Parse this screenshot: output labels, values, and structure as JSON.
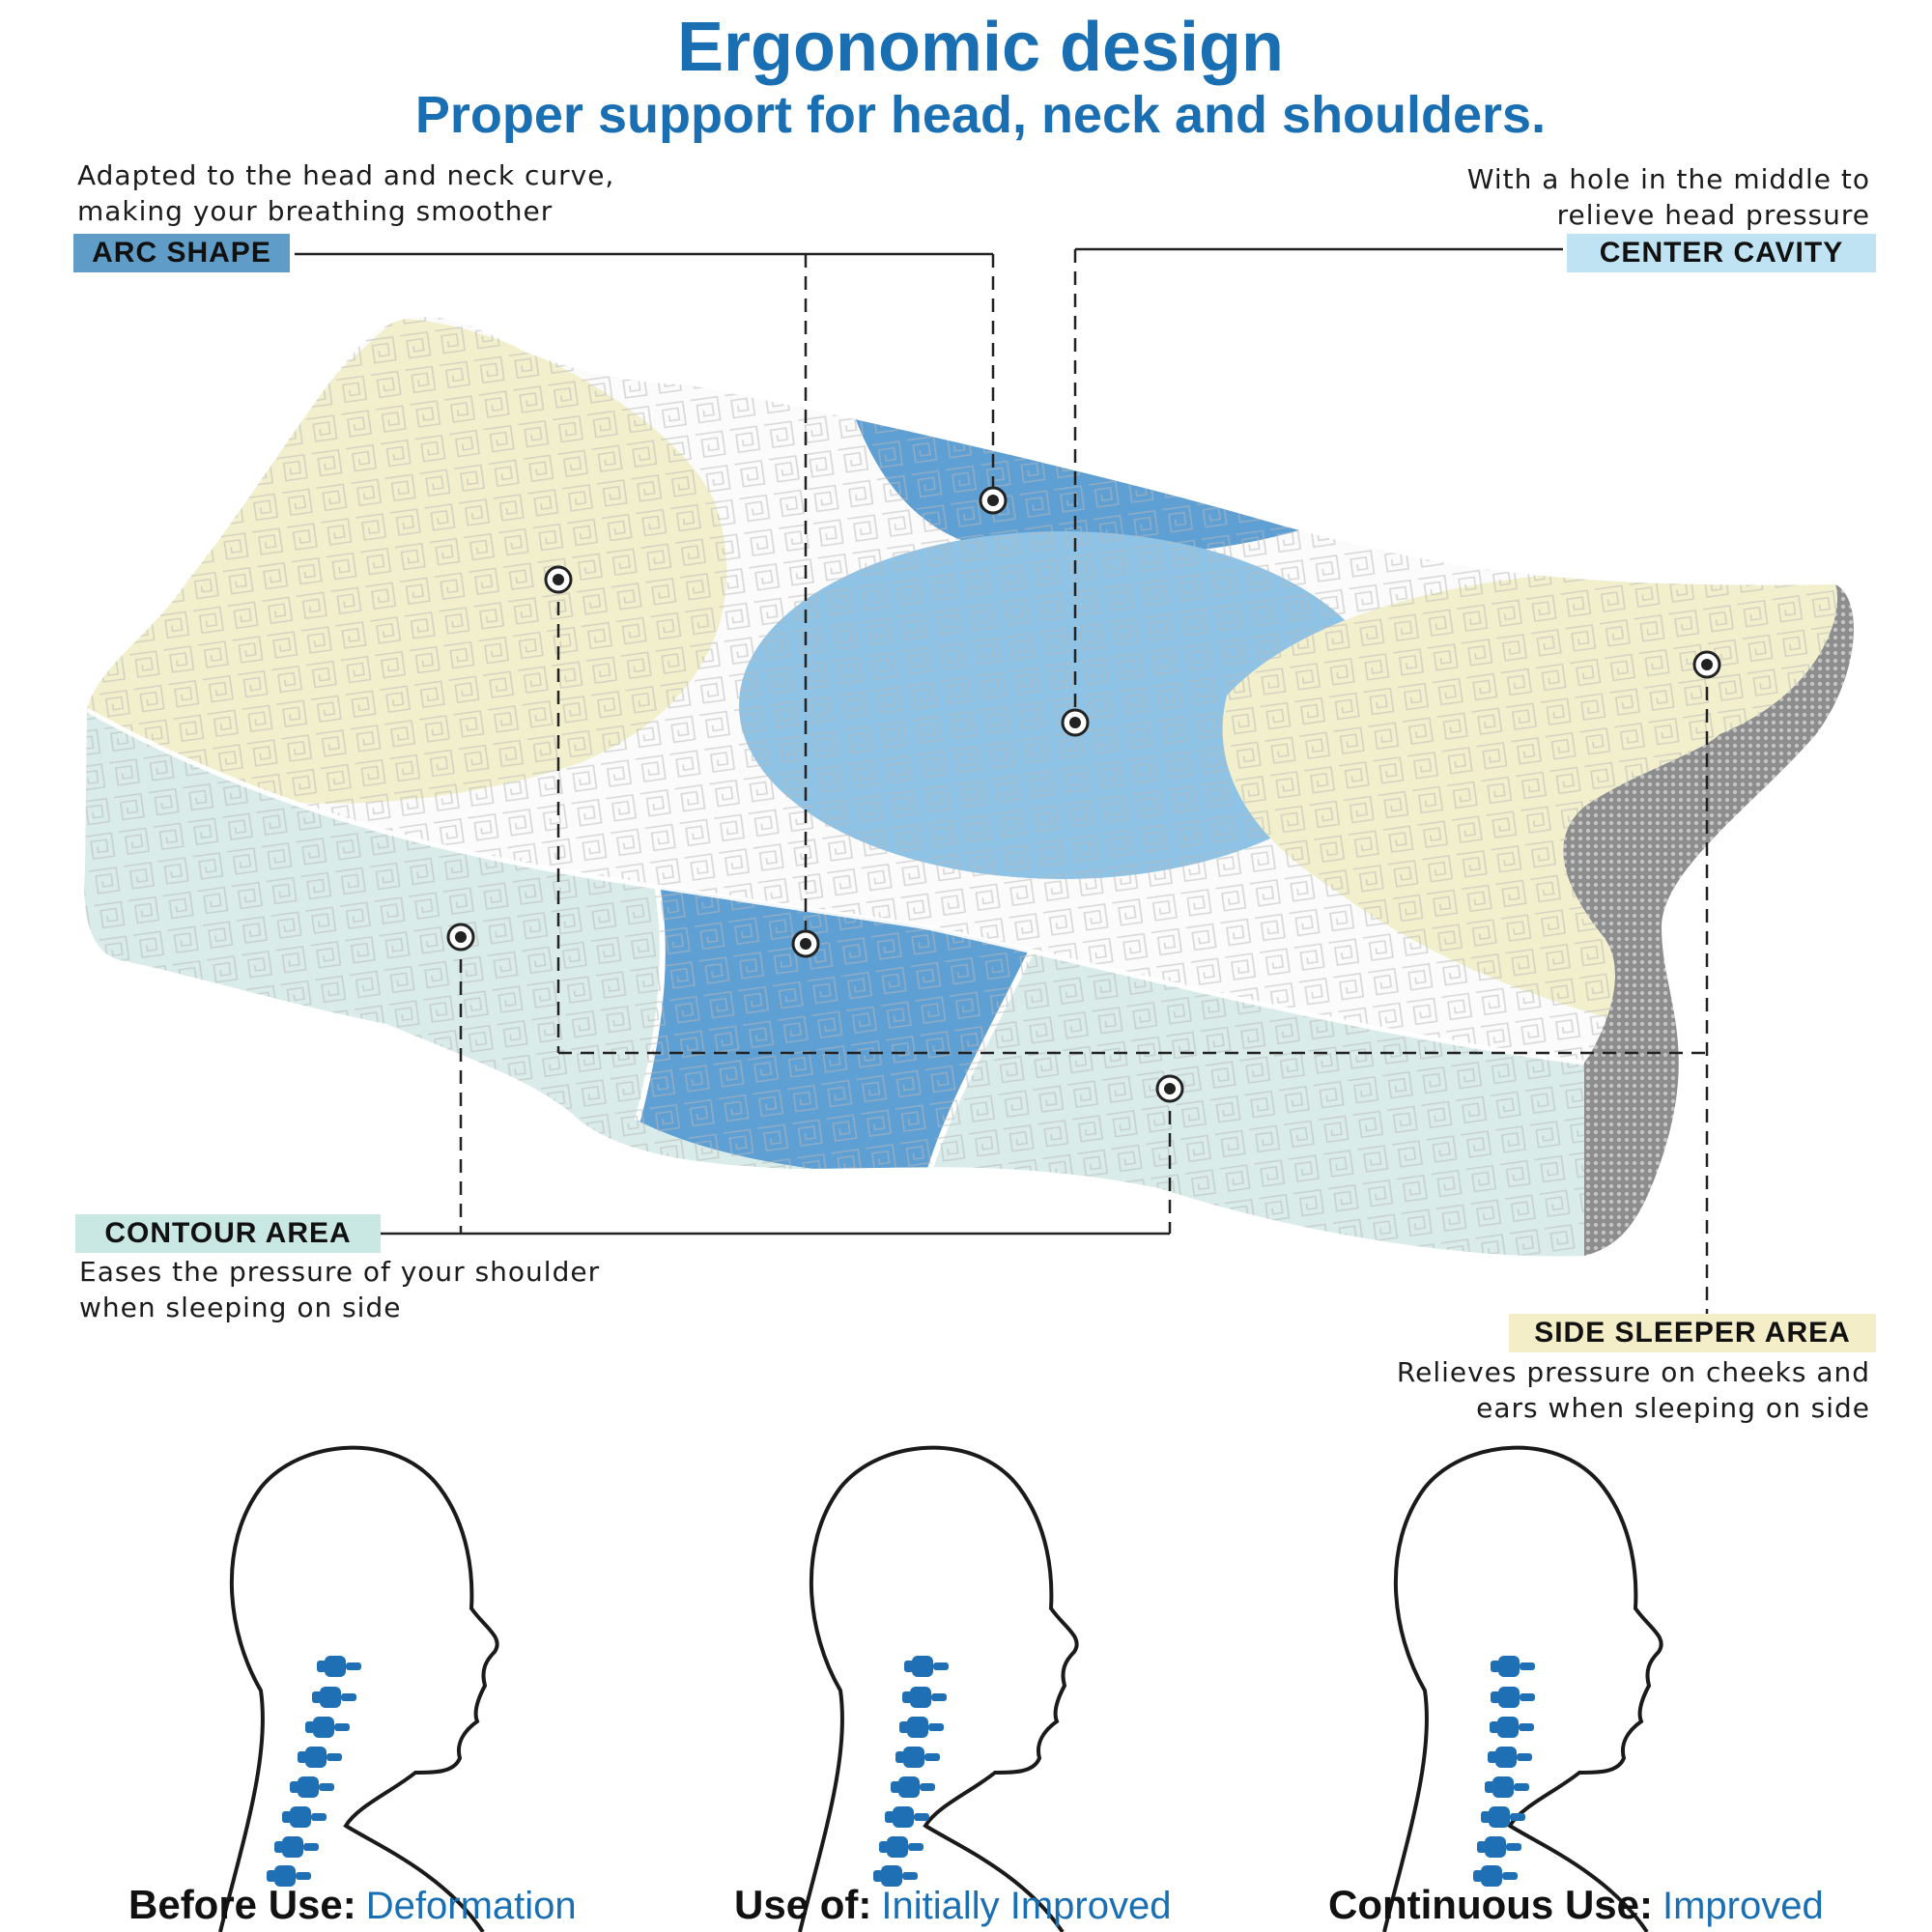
{
  "header": {
    "title": "Ergonomic design",
    "subtitle": "Proper support for head, neck and shoulders."
  },
  "colors": {
    "brand_blue": "#1a6fb3",
    "arc_tag": "#5f9dc8",
    "center_tag": "#bfe3f2",
    "contour_tag": "#c9e8e3",
    "side_tag": "#f3edc8",
    "pillow_yellow": "#f2f0cc",
    "pillow_blue": "#5e9fd4",
    "pillow_light_blue": "#8ec3e6",
    "pillow_mint": "#d9ece9",
    "spine_blue": "#1f6fb5"
  },
  "callouts": {
    "arc_shape": {
      "tag": "ARC SHAPE",
      "lines": [
        "Adapted to the head and neck curve,",
        "making your breathing smoother"
      ]
    },
    "center_cavity": {
      "tag": "CENTER CAVITY",
      "lines": [
        "With a hole in the middle to",
        "relieve head pressure"
      ]
    },
    "contour_area": {
      "tag": "CONTOUR AREA",
      "lines": [
        "Eases the pressure of your shoulder",
        "when sleeping on side"
      ]
    },
    "side_sleeper_area": {
      "tag": "SIDE SLEEPER AREA",
      "lines": [
        "Relieves pressure on cheeks and",
        "ears when sleeping on side"
      ]
    }
  },
  "stages": [
    {
      "label": "Before Use:",
      "value": "Deformation",
      "icon": "head-profile-icon"
    },
    {
      "label": "Use of:",
      "value": "Initially Improved",
      "icon": "head-profile-icon"
    },
    {
      "label": "Continuous Use:",
      "value": "Improved",
      "icon": "head-profile-icon"
    }
  ]
}
